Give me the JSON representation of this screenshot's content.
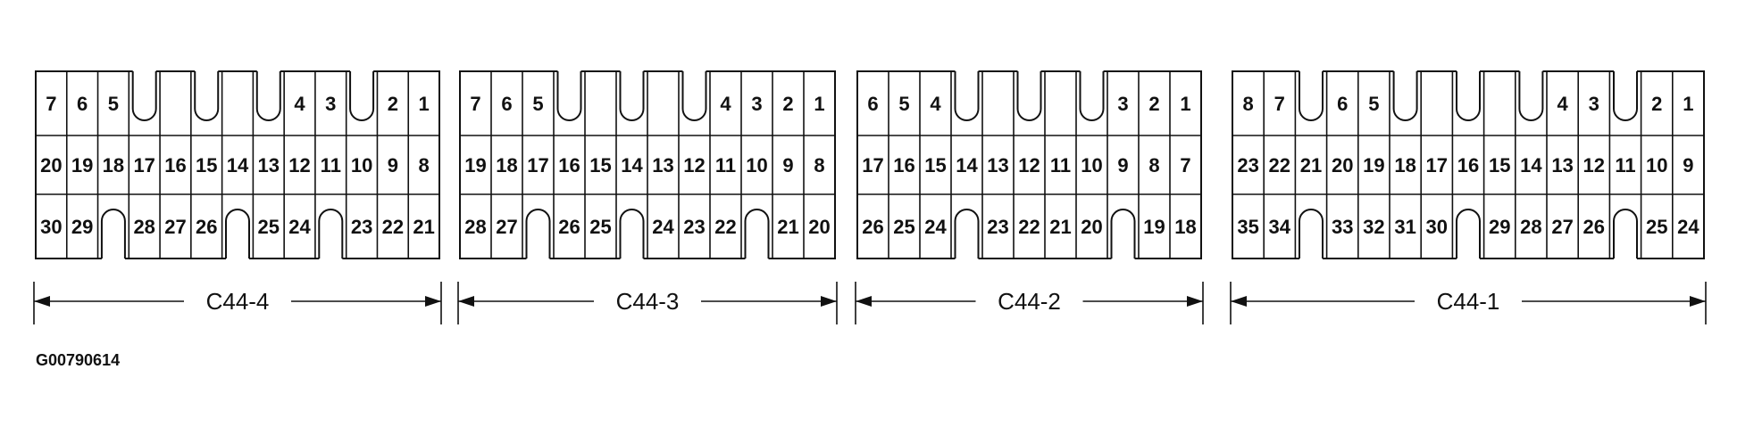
{
  "figure_id": "G00790614",
  "connectors": [
    {
      "label": "C44-4",
      "cols": 13,
      "row1": [
        "7",
        "6",
        "5",
        "",
        "",
        "",
        "",
        "",
        "4",
        "3",
        "",
        "2",
        "1"
      ],
      "row2": [
        "20",
        "19",
        "18",
        "17",
        "16",
        "15",
        "14",
        "13",
        "12",
        "11",
        "10",
        "9",
        "8"
      ],
      "row3": [
        "30",
        "29",
        "",
        "28",
        "27",
        "26",
        "",
        "25",
        "24",
        "",
        "23",
        "22",
        "21"
      ],
      "top_slots": [
        3,
        5,
        7,
        10
      ],
      "bottom_slots": [
        2,
        6,
        9
      ]
    },
    {
      "label": "C44-3",
      "cols": 12,
      "row1": [
        "7",
        "6",
        "5",
        "",
        "",
        "",
        "",
        "",
        "4",
        "3",
        "2",
        "1"
      ],
      "row2": [
        "19",
        "18",
        "17",
        "16",
        "15",
        "14",
        "13",
        "12",
        "11",
        "10",
        "9",
        "8"
      ],
      "row3": [
        "28",
        "27",
        "",
        "26",
        "25",
        "",
        "24",
        "23",
        "22",
        "",
        "21",
        "20"
      ],
      "top_slots": [
        3,
        5,
        7
      ],
      "bottom_slots": [
        2,
        5,
        9
      ]
    },
    {
      "label": "C44-2",
      "cols": 11,
      "row1": [
        "6",
        "5",
        "4",
        "",
        "",
        "",
        "",
        "",
        "3",
        "2",
        "1"
      ],
      "row2": [
        "17",
        "16",
        "15",
        "14",
        "13",
        "12",
        "11",
        "10",
        "9",
        "8",
        "7"
      ],
      "row3": [
        "26",
        "25",
        "24",
        "",
        "23",
        "22",
        "21",
        "20",
        "",
        "19",
        "18"
      ],
      "top_slots": [
        3,
        5,
        7
      ],
      "bottom_slots": [
        3,
        8
      ]
    },
    {
      "label": "C44-1",
      "cols": 15,
      "row1": [
        "8",
        "7",
        "",
        "6",
        "5",
        "",
        "",
        "",
        "",
        "",
        "4",
        "3",
        "",
        "2",
        "1"
      ],
      "row2": [
        "23",
        "22",
        "21",
        "20",
        "19",
        "18",
        "17",
        "16",
        "15",
        "14",
        "13",
        "12",
        "11",
        "10",
        "9"
      ],
      "row3": [
        "35",
        "34",
        "",
        "33",
        "32",
        "31",
        "30",
        "",
        "29",
        "28",
        "27",
        "26",
        "",
        "25",
        "24"
      ],
      "top_slots": [
        2,
        5,
        7,
        9,
        12
      ],
      "bottom_slots": [
        2,
        7,
        12
      ]
    }
  ]
}
